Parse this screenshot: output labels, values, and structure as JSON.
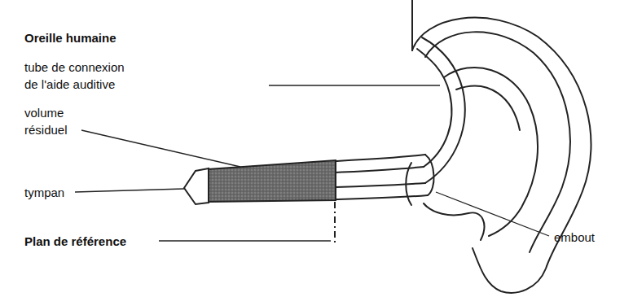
{
  "diagram": {
    "title": "Oreille humaine",
    "labels": [
      "tube de connexion de l'aide auditive",
      "volume résiduel",
      "tympan",
      "Plan de référence",
      "embout"
    ]
  }
}
